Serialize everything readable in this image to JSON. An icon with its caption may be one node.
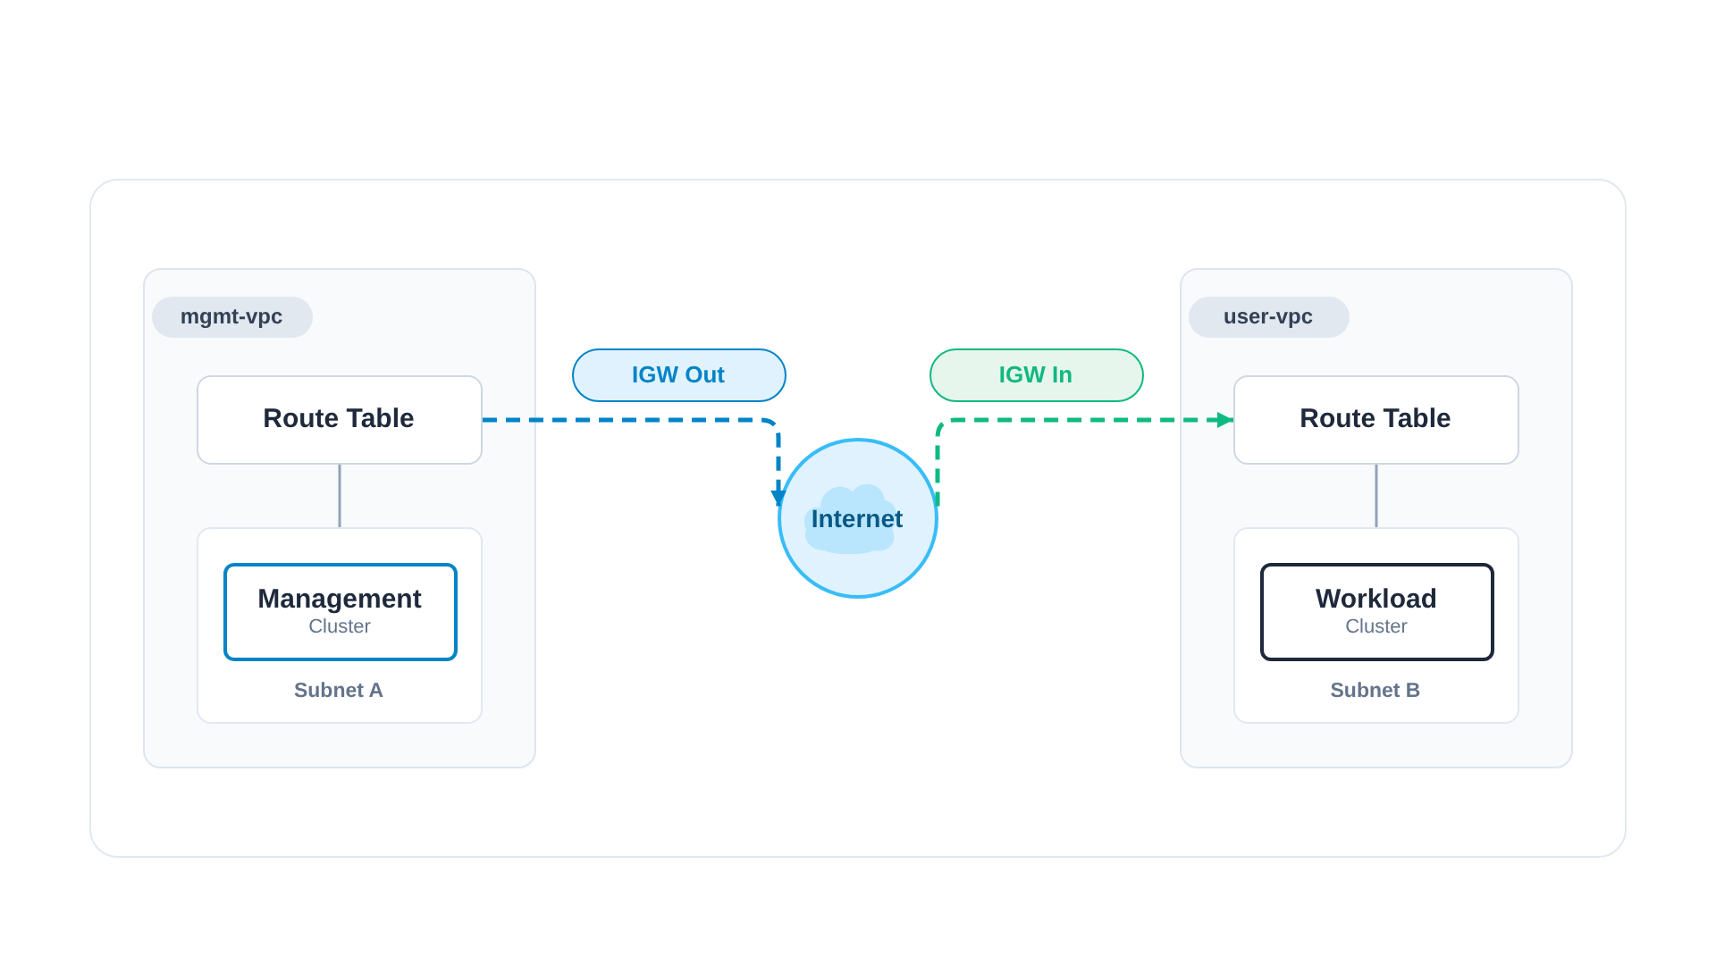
{
  "diagram": {
    "nodes": [
      {
        "text": [],
        "shape": "box"
      },
      {
        "text": [
          "mgmt-vpc"
        ],
        "in": 0
      },
      {
        "text": [
          "Route Table"
        ],
        "in": 1
      },
      {
        "text": [
          "Subnet A"
        ],
        "in": 1
      },
      {
        "text": [
          "Management",
          "Cluster"
        ],
        "in": 3
      },
      {
        "text": [
          "IGW Out"
        ],
        "in": 0
      },
      {
        "text": [
          "Internet"
        ],
        "in": 0
      },
      {
        "text": [
          "IGW In"
        ],
        "in": 0
      },
      {
        "text": [
          "user-vpc"
        ],
        "in": 0
      },
      {
        "text": [
          "Route Table"
        ],
        "in": 8
      },
      {
        "text": [
          "Subnet B"
        ],
        "in": 8
      },
      {
        "text": [
          "Workload",
          "Cluster"
        ],
        "in": 10
      }
    ],
    "edges": [
      {
        "from": 2,
        "to": 6,
        "arrow": "to",
        "style": "dashed",
        "color": "#0284c7"
      },
      {
        "from": 6,
        "to": 9,
        "arrow": "to",
        "style": "dashed",
        "color": "#10b981"
      },
      {
        "from": 2,
        "to": 3,
        "arrow": "none",
        "color": "#94a3b8"
      },
      {
        "from": 9,
        "to": 10,
        "arrow": "none",
        "color": "#94a3b8"
      }
    ]
  }
}
